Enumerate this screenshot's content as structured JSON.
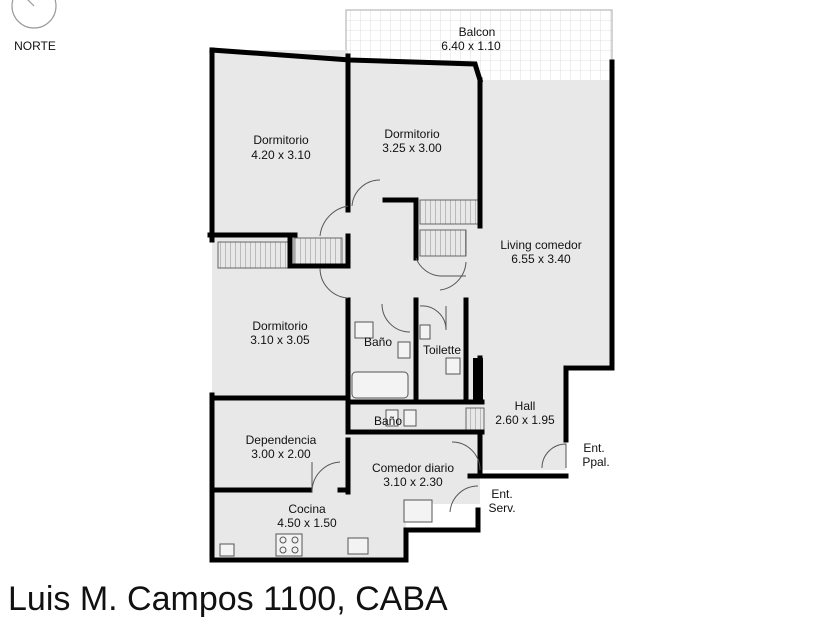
{
  "compass": {
    "label": "NORTE"
  },
  "address": "Luis M. Campos 1100, CABA",
  "colors": {
    "floor": "#e8e8e8",
    "wall": "#000000",
    "balcony": "#f4f4f4",
    "text": "#111111"
  },
  "rooms": {
    "balcon": {
      "name": "Balcon",
      "dims": "6.40 x 1.10"
    },
    "dormitorio_1": {
      "name": "Dormitorio",
      "dims": "4.20 x 3.10"
    },
    "dormitorio_2": {
      "name": "Dormitorio",
      "dims": "3.25 x 3.00"
    },
    "living": {
      "name": "Living comedor",
      "dims": "6.55 x 3.40"
    },
    "dormitorio_3": {
      "name": "Dormitorio",
      "dims": "3.10 x 3.05"
    },
    "bano_1": {
      "name": "Baño"
    },
    "toilette": {
      "name": "Toilette"
    },
    "bano_2": {
      "name": "Baño"
    },
    "hall": {
      "name": "Hall",
      "dims": "2.60 x 1.95"
    },
    "dependencia": {
      "name": "Dependencia",
      "dims": "3.00 x 2.00"
    },
    "comedor_diario": {
      "name": "Comedor diario",
      "dims": "3.10 x 2.30"
    },
    "cocina": {
      "name": "Cocina",
      "dims": "4.50 x 1.50"
    }
  },
  "entrances": {
    "principal": {
      "line1": "Ent.",
      "line2": "Ppal."
    },
    "servicio": {
      "line1": "Ent.",
      "line2": "Serv."
    }
  }
}
